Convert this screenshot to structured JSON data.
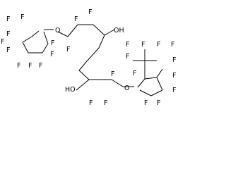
{
  "molecule": {
    "atom_labels": {
      "fluorine": "F",
      "oxygen": "O",
      "hydroxyl": "OH",
      "hydroxyl_left": "HO"
    }
  }
}
